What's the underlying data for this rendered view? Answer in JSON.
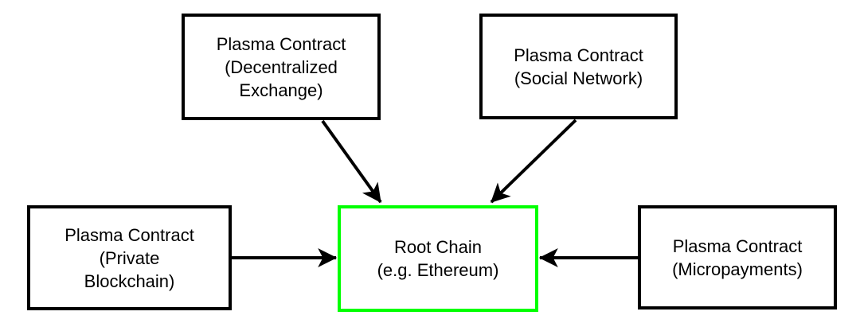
{
  "diagram": {
    "colors": {
      "background": "#ffffff",
      "line": "#000000",
      "text": "#000000",
      "node_background": "#ffffff",
      "root_border": "#00ff00"
    },
    "nodes": {
      "dex": {
        "lines": [
          "Plasma Contract",
          "(Decentralized",
          "Exchange)"
        ]
      },
      "social": {
        "lines": [
          "Plasma Contract",
          "(Social Network)"
        ]
      },
      "private": {
        "lines": [
          "Plasma Contract",
          "(Private",
          "Blockchain)"
        ]
      },
      "micropayments": {
        "lines": [
          "Plasma Contract",
          "(Micropayments)"
        ]
      },
      "root": {
        "lines": [
          "Root Chain",
          "(e.g. Ethereum)"
        ]
      }
    },
    "edges": [
      {
        "from": "dex",
        "to": "root"
      },
      {
        "from": "social",
        "to": "root"
      },
      {
        "from": "private",
        "to": "root"
      },
      {
        "from": "micropayments",
        "to": "root"
      }
    ]
  }
}
